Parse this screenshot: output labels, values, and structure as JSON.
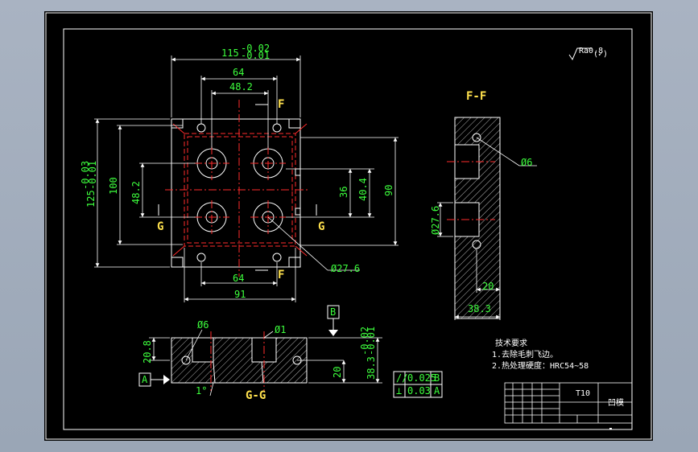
{
  "dims": {
    "top_width": "115",
    "top_width_tol_up": "-0.02",
    "top_width_tol_dn": "-0.01",
    "dim_64_top": "64",
    "dim_48_2_top": "48.2",
    "dim_64_bottom": "64",
    "dim_91": "91",
    "dim_125": "125",
    "dim_125_tol_up": "-0.03",
    "dim_125_tol_dn": "-0.01",
    "dim_100": "100",
    "dim_48_2_left": "48.2",
    "dim_36": "36",
    "dim_40_4": "40.4",
    "dim_90": "90",
    "dia_27_6": "Ø27.6",
    "ff_dia6": "Ø6",
    "ff_dia27_6": "Ø27.6",
    "ff_20": "20",
    "ff_38_3": "38.3",
    "gg_dia6": "Ø6",
    "gg_dia1": "Ø1",
    "gg_20_8": "20.8",
    "gg_20": "20",
    "gg_38_3": "38.3",
    "gg_38_3_tol_up": "-0.02",
    "gg_38_3_tol_dn": "-0.01",
    "gg_angle": "1°"
  },
  "labels": {
    "section_f_top": "F",
    "section_f_bottom": "F",
    "section_g_left": "G",
    "section_g_right": "G",
    "view_ff": "F-F",
    "view_gg": "G-G",
    "datum_b": "B",
    "datum_a": "A",
    "roughness": "Ra0.8",
    "roughness_paren": "(✓)"
  },
  "tolerances": [
    {
      "symbol": "//",
      "value": "0.025",
      "datum": "B"
    },
    {
      "symbol": "⊥",
      "value": "0.03",
      "datum": "A"
    }
  ],
  "notes": {
    "title": "技术要求",
    "line1": "1.去除毛刺飞边。",
    "line2": "2.热处理硬度：HRC54~58"
  },
  "title_block": {
    "material": "T10",
    "part_name": "凹模"
  },
  "colors": {
    "background": "#000000",
    "outline": "#ffffff",
    "center": "#ff2b2b",
    "dimension_text": "#3dff3d",
    "section_text": "#ffe14d"
  }
}
